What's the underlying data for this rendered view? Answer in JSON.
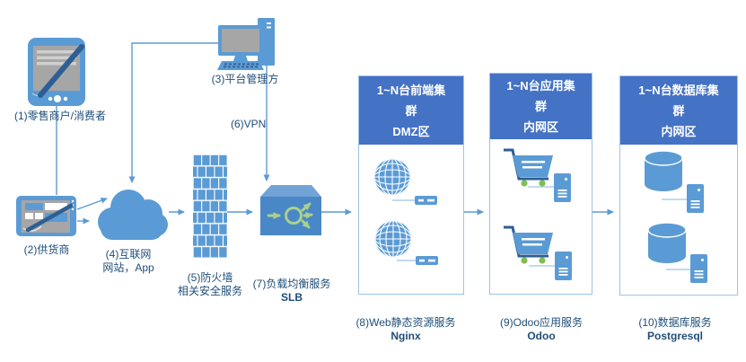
{
  "nodes": {
    "retail": {
      "label": "(1)零售商户/消费者"
    },
    "supplier": {
      "label": "(2)供货商"
    },
    "platform": {
      "label": "(3)平台管理方"
    },
    "internet": {
      "lines": [
        "(4)互联网",
        "网站，App"
      ]
    },
    "firewall": {
      "lines": [
        "(5)防火墙",
        "相关安全服务"
      ]
    },
    "vpn": {
      "label": "(6)VPN"
    },
    "slb": {
      "lines": [
        "(7)负载均衡服务",
        "SLB"
      ]
    },
    "nginx": {
      "lines": [
        "(8)Web静态资源服务",
        "Nginx"
      ]
    },
    "odoo": {
      "lines": [
        "(9)Odoo应用服务",
        "Odoo"
      ]
    },
    "postgresql": {
      "lines": [
        "(10)数据库服务",
        "Postgresql"
      ]
    }
  },
  "zones": {
    "dmz": {
      "title_lines": [
        "1~N台前端集",
        "群",
        "DMZ区"
      ]
    },
    "app": {
      "title_lines": [
        "1~N台应用集",
        "群",
        "内网区"
      ]
    },
    "db": {
      "title_lines": [
        "1~N台数据库集",
        "群",
        "内网区"
      ]
    }
  },
  "colors": {
    "icon_blue": "#5B9BD5",
    "dark_pen_blue": "#2E5F94",
    "zone_header_blue": "#4472C4",
    "zone_border_blue": "#9DC3E6",
    "label_text_blue": "#1F4E79",
    "slb_green": "#A9D18E",
    "cart_wheel_green": "#7FBE53",
    "screen_gray": "#A6A6A6"
  }
}
